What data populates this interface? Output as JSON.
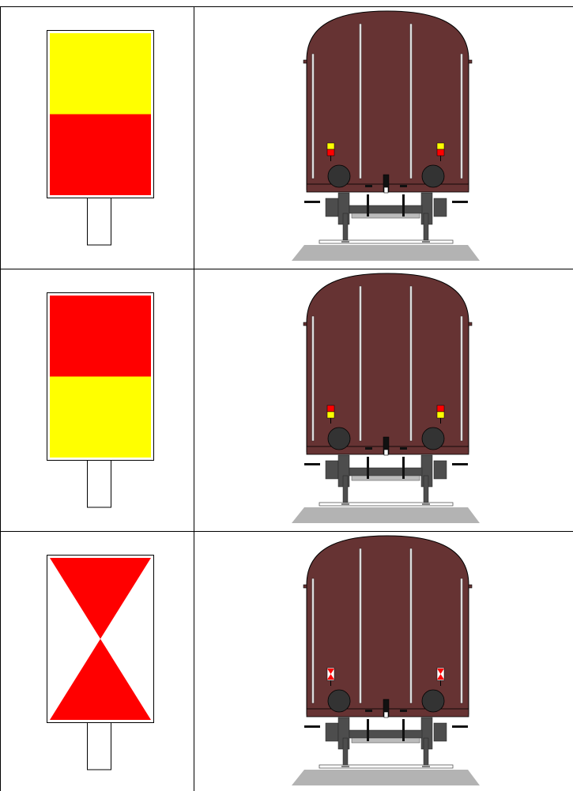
{
  "colors": {
    "yellow": "#ffff00",
    "red": "#ff0000",
    "white": "#ffffff",
    "outline": "#000000",
    "wagon_body": "#663333",
    "running_gear": "#4d4d4d",
    "buffer": "#333333",
    "track_ballast": "#b3b3b3"
  },
  "rows": [
    {
      "sign": {
        "type": "split",
        "top": "yellow",
        "bottom": "red",
        "icon": "signal-board-yellow-over-red"
      },
      "wagon": {
        "lamp_type": "split",
        "lamp_top": "yellow",
        "lamp_bottom": "red",
        "icon": "freight-wagon-rear"
      }
    },
    {
      "sign": {
        "type": "split",
        "top": "red",
        "bottom": "yellow",
        "icon": "signal-board-red-over-yellow"
      },
      "wagon": {
        "lamp_type": "split",
        "lamp_top": "red",
        "lamp_bottom": "yellow",
        "icon": "freight-wagon-rear"
      }
    },
    {
      "sign": {
        "type": "hourglass",
        "top": "red",
        "bottom": "red",
        "icon": "signal-board-red-triangles"
      },
      "wagon": {
        "lamp_type": "hourglass",
        "lamp_top": "red",
        "lamp_bottom": "red",
        "icon": "freight-wagon-rear"
      }
    }
  ]
}
